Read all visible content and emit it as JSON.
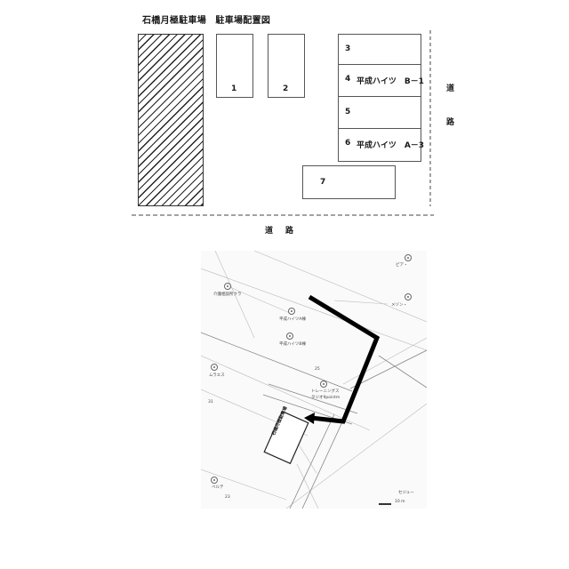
{
  "document": {
    "title": "石橋月極駐車場　駐車場配置図"
  },
  "lot_plan": {
    "spaces": [
      {
        "number": "1",
        "label": ""
      },
      {
        "number": "2",
        "label": ""
      },
      {
        "number": "3",
        "label": ""
      },
      {
        "number": "4",
        "label": "平成ハイツ　B－1"
      },
      {
        "number": "5",
        "label": ""
      },
      {
        "number": "6",
        "label": "平成ハイツ　A－3"
      },
      {
        "number": "7",
        "label": ""
      }
    ],
    "road_right": [
      "道",
      "路"
    ],
    "road_bottom": "道路"
  },
  "map": {
    "labels": {
      "top_right_1": "ピア・",
      "top_right_2": "メゾン・",
      "left_1": "介護相談所クラ",
      "heights_a": "平成ハイツA棟",
      "heights_b": "平成ハイツB棟",
      "bldg_25": "25",
      "training_1": "トレーニングス",
      "training_2": "タジオ9pointm",
      "left_2": "ムラエス",
      "lot_sign": "石橋月極駐車場",
      "bottom_left": "ベルテ",
      "num_23": "23",
      "num_31": "31",
      "bottom_right": "セジュー",
      "scale": "10 m"
    }
  }
}
